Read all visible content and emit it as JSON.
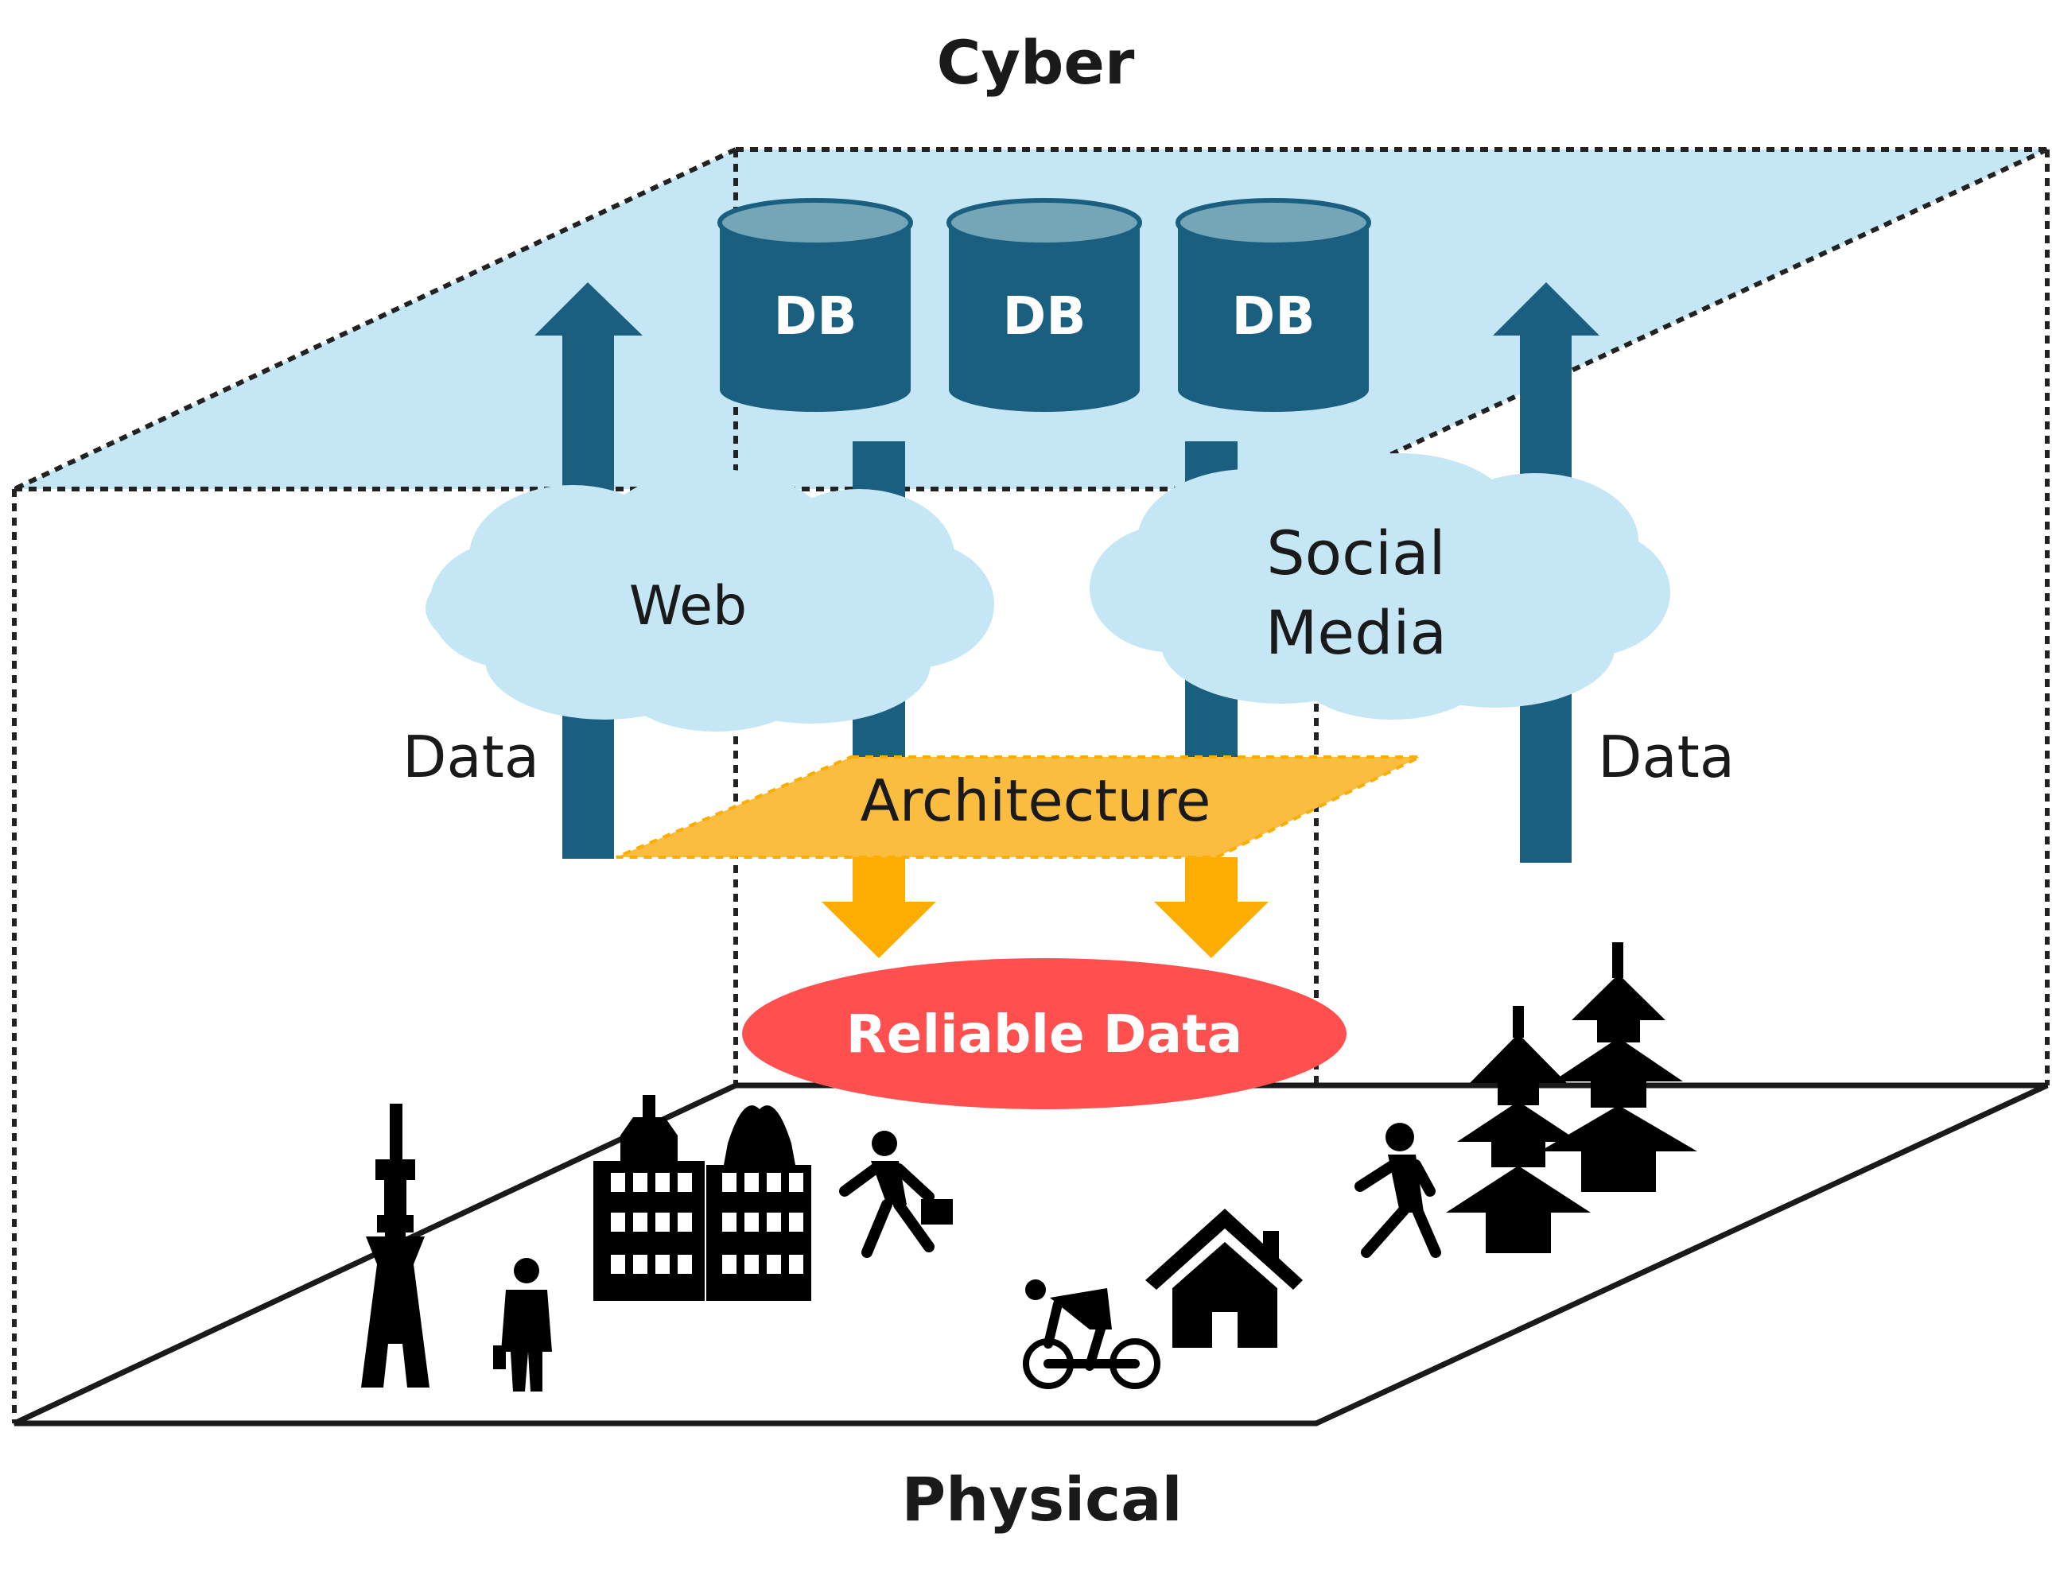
{
  "labels": {
    "top": "Cyber",
    "bottom": "Physical",
    "data_left": "Data",
    "data_right": "Data",
    "architecture": "Architecture",
    "reliable": "Reliable Data",
    "cloud_web": "Web",
    "cloud_social_line1": "Social",
    "cloud_social_line2": "Media"
  },
  "databases": [
    {
      "label": "DB"
    },
    {
      "label": "DB"
    },
    {
      "label": "DB"
    }
  ],
  "colors": {
    "cyber_plane": "#c5e6f4",
    "db_body": "#1a5f80",
    "db_top": "#75a6b8",
    "data_arrow": "#1a5f80",
    "cloud": "#c5e6f4",
    "architecture_plane": "#fbbd40",
    "down_arrow": "#fdac01",
    "reliable_ellipse": "#ff4f4f"
  },
  "icons": [
    "tower-icon",
    "businessman-icon",
    "buildings-icon",
    "walking-businessman-icon",
    "cyclist-icon",
    "house-icon",
    "pedestrian-icon",
    "pagoda-icon"
  ]
}
